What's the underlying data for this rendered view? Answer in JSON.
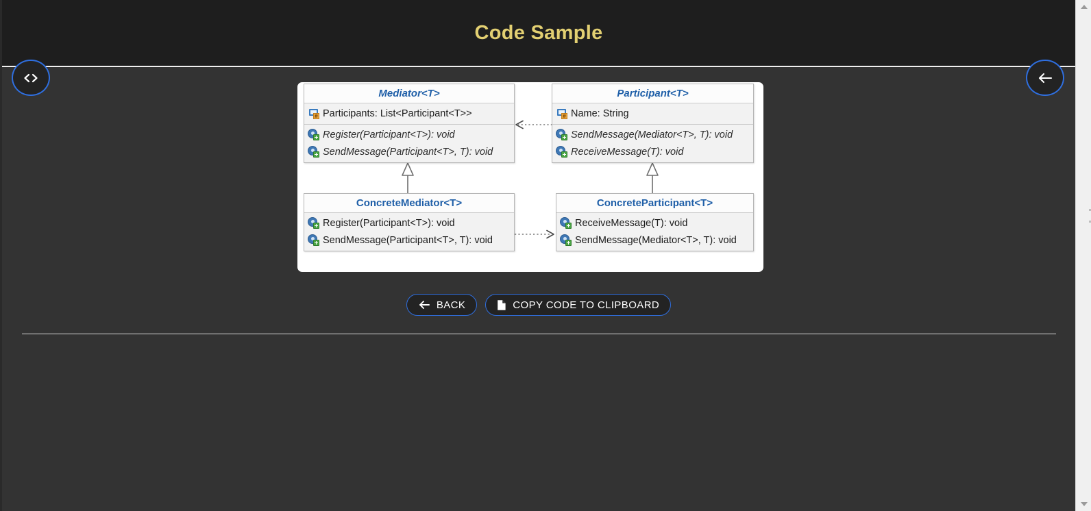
{
  "header": {
    "title": "Code Sample",
    "title_color": "#e3d072",
    "background": "#1e1e1e"
  },
  "floating_buttons": {
    "code_toggle": {
      "icon": "code-brackets-icon",
      "label": "<>"
    },
    "back_circle": {
      "icon": "arrow-left-icon",
      "label": "←"
    }
  },
  "diagram": {
    "type": "uml-class-diagram",
    "pattern": "Mediator",
    "accent_title_color": "#1f5fa8",
    "classes": [
      {
        "id": "mediator",
        "name": "Mediator<T>",
        "stereotype": "interface",
        "italic": true,
        "fields": [
          {
            "icon": "field-icon",
            "text": "Participants: List<Participant<T>>"
          }
        ],
        "methods": [
          {
            "icon": "method-icon",
            "text": "Register(Participant<T>): void"
          },
          {
            "icon": "method-icon",
            "text": "SendMessage(Participant<T>, T): void"
          }
        ]
      },
      {
        "id": "participant",
        "name": "Participant<T>",
        "stereotype": "interface",
        "italic": true,
        "fields": [
          {
            "icon": "field-icon",
            "text": "Name: String"
          }
        ],
        "methods": [
          {
            "icon": "method-icon",
            "text": "SendMessage(Mediator<T>, T): void"
          },
          {
            "icon": "method-icon",
            "text": "ReceiveMessage(T): void"
          }
        ]
      },
      {
        "id": "concrete-mediator",
        "name": "ConcreteMediator<T>",
        "stereotype": "class",
        "italic": false,
        "fields": [],
        "methods": [
          {
            "icon": "method-icon",
            "text": "Register(Participant<T>): void"
          },
          {
            "icon": "method-icon",
            "text": "SendMessage(Participant<T>, T): void"
          }
        ]
      },
      {
        "id": "concrete-participant",
        "name": "ConcreteParticipant<T>",
        "stereotype": "class",
        "italic": false,
        "fields": [],
        "methods": [
          {
            "icon": "method-icon",
            "text": "ReceiveMessage(T): void"
          },
          {
            "icon": "method-icon",
            "text": "SendMessage(Mediator<T>, T): void"
          }
        ]
      }
    ],
    "relationships": [
      {
        "from": "participant",
        "to": "mediator",
        "type": "dependency",
        "style": "dotted-open-arrow"
      },
      {
        "from": "concrete-mediator",
        "to": "mediator",
        "type": "realization",
        "style": "solid-hollow-triangle"
      },
      {
        "from": "concrete-participant",
        "to": "participant",
        "type": "realization",
        "style": "solid-hollow-triangle"
      },
      {
        "from": "concrete-mediator",
        "to": "concrete-participant",
        "type": "dependency",
        "style": "dotted-open-arrow"
      }
    ]
  },
  "actions": [
    {
      "id": "back",
      "icon": "arrow-left-icon",
      "label": "BACK"
    },
    {
      "id": "copy-code",
      "icon": "copy-document-icon",
      "label": "COPY CODE TO CLIPBOARD"
    }
  ],
  "theme": {
    "page_background": "#333333",
    "button_border": "#2f6fe0",
    "divider": "#d8d8d8"
  }
}
